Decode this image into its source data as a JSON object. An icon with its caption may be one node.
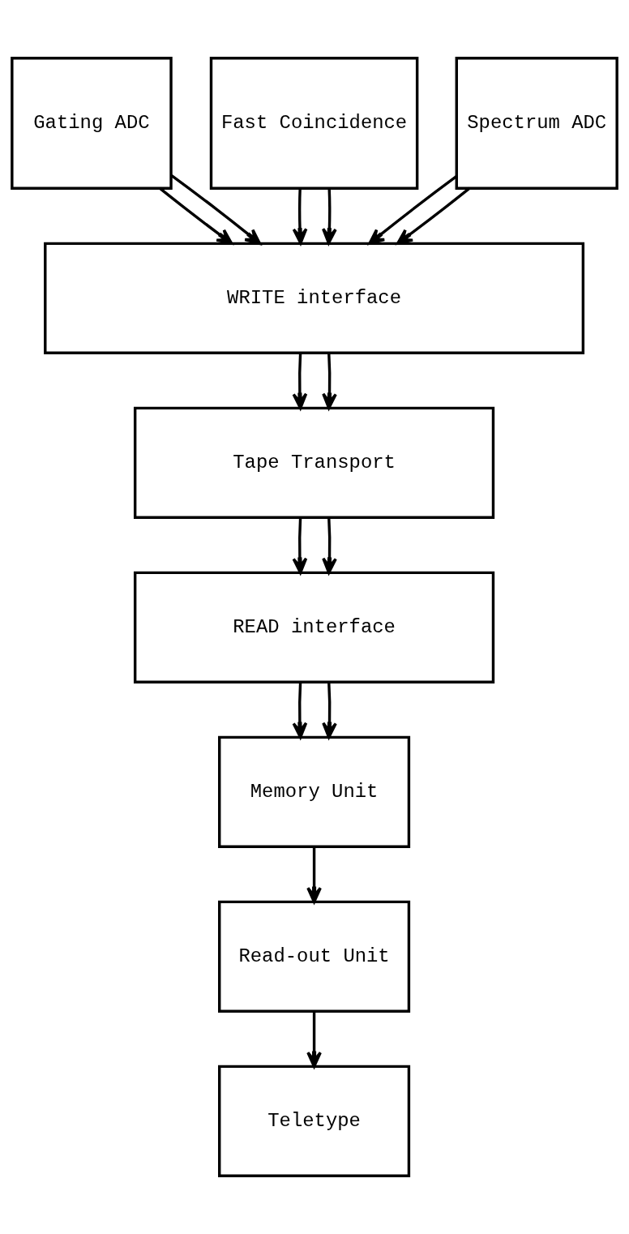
{
  "diagram": {
    "nodes": [
      {
        "text": [
          "Gating ADC"
        ]
      },
      {
        "text": [
          "Fast Coincidence"
        ]
      },
      {
        "text": [
          "Spectrum ADC"
        ]
      },
      {
        "text": [
          "WRITE interface"
        ]
      },
      {
        "text": [
          "Tape Transport"
        ]
      },
      {
        "text": [
          "READ interface"
        ]
      },
      {
        "text": [
          "Memory Unit"
        ]
      },
      {
        "text": [
          "Read-out Unit"
        ]
      },
      {
        "text": [
          "Teletype"
        ]
      }
    ],
    "edges": [
      {
        "from": 0,
        "to": 3,
        "arrow": "to"
      },
      {
        "from": 0,
        "to": 3,
        "arrow": "to"
      },
      {
        "from": 1,
        "to": 3,
        "arrow": "to"
      },
      {
        "from": 1,
        "to": 3,
        "arrow": "to"
      },
      {
        "from": 2,
        "to": 3,
        "arrow": "to"
      },
      {
        "from": 2,
        "to": 3,
        "arrow": "to"
      },
      {
        "from": 3,
        "to": 4,
        "arrow": "to"
      },
      {
        "from": 3,
        "to": 4,
        "arrow": "to"
      },
      {
        "from": 4,
        "to": 5,
        "arrow": "to"
      },
      {
        "from": 4,
        "to": 5,
        "arrow": "to"
      },
      {
        "from": 5,
        "to": 6,
        "arrow": "to"
      },
      {
        "from": 5,
        "to": 6,
        "arrow": "to"
      },
      {
        "from": 6,
        "to": 7,
        "arrow": "to"
      },
      {
        "from": 7,
        "to": 8,
        "arrow": "to"
      }
    ]
  }
}
